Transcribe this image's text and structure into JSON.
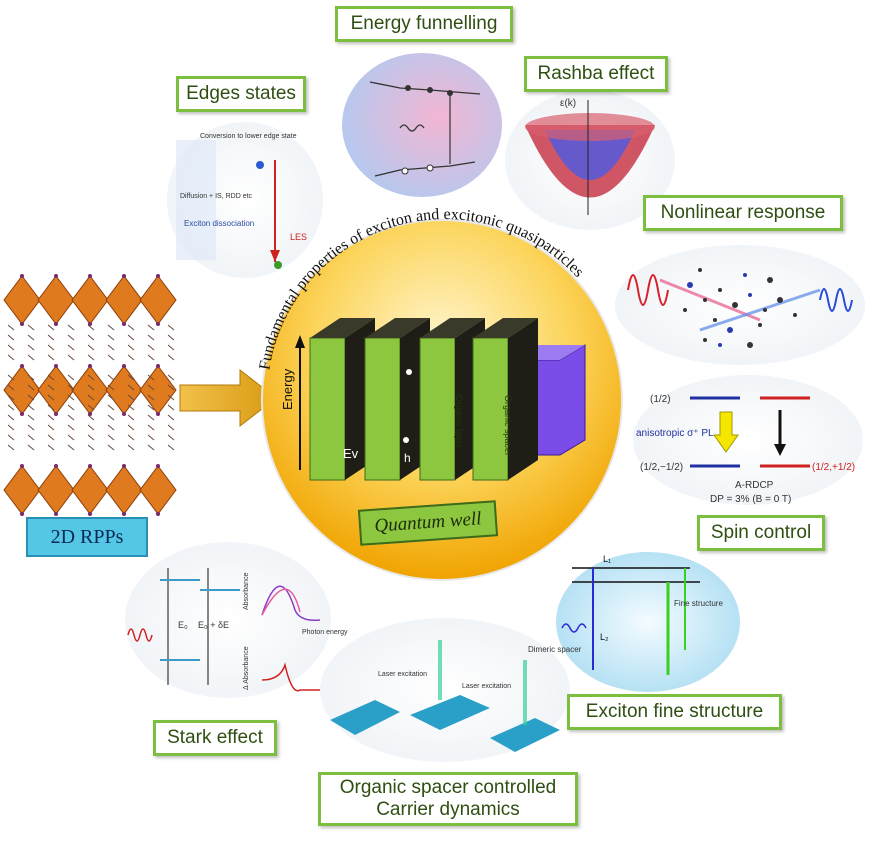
{
  "center": {
    "title": "Fundamental properties of exciton and excitonic quasiparticles",
    "axis_label": "Energy",
    "well_label": "Quantum well",
    "ev_label": "Ev",
    "h_label": "h",
    "spacer_label_1": "Organic layer",
    "spacer_label_2": "Organic spacer"
  },
  "left_label": "2D RPPs",
  "labels": {
    "energy_funnelling": "Energy funnelling",
    "rashba": "Rashba effect",
    "edges": "Edges states",
    "nonlinear": "Nonlinear response",
    "spin": "Spin control",
    "fine": "Exciton fine structure",
    "stark": "Stark effect",
    "organic_line1": "Organic spacer controlled",
    "organic_line2": "Carrier dynamics"
  },
  "insets": {
    "edges_texts": [
      "Conversion to lower edge state",
      "Diffusion + IS, RDD etc",
      "Exciton dissociation",
      "LES"
    ],
    "spin_texts": [
      "(1/2)",
      "anisotropic σ⁺ PL",
      "(1/2,−1/2)",
      "(1/2,+1/2)",
      "A-RDCP",
      "DP = 3% (B = 0 T)"
    ],
    "stark_texts": [
      "Absorbance",
      "E₀",
      "E₀ + δE",
      "Photon energy",
      "Δ Absorbance"
    ],
    "organic_texts": [
      "Dimeric spacer",
      "Laser excitation",
      "Laser excitation"
    ],
    "fine_texts": [
      "L₁",
      "L₂",
      "Fine structure"
    ]
  },
  "colors": {
    "label_border": "#7cbf3e",
    "circle_yellow": "#f4b30f",
    "slab_green": "#8dc63f",
    "well_purple": "#7a4de8",
    "rpps_blue": "#55c7e6"
  }
}
